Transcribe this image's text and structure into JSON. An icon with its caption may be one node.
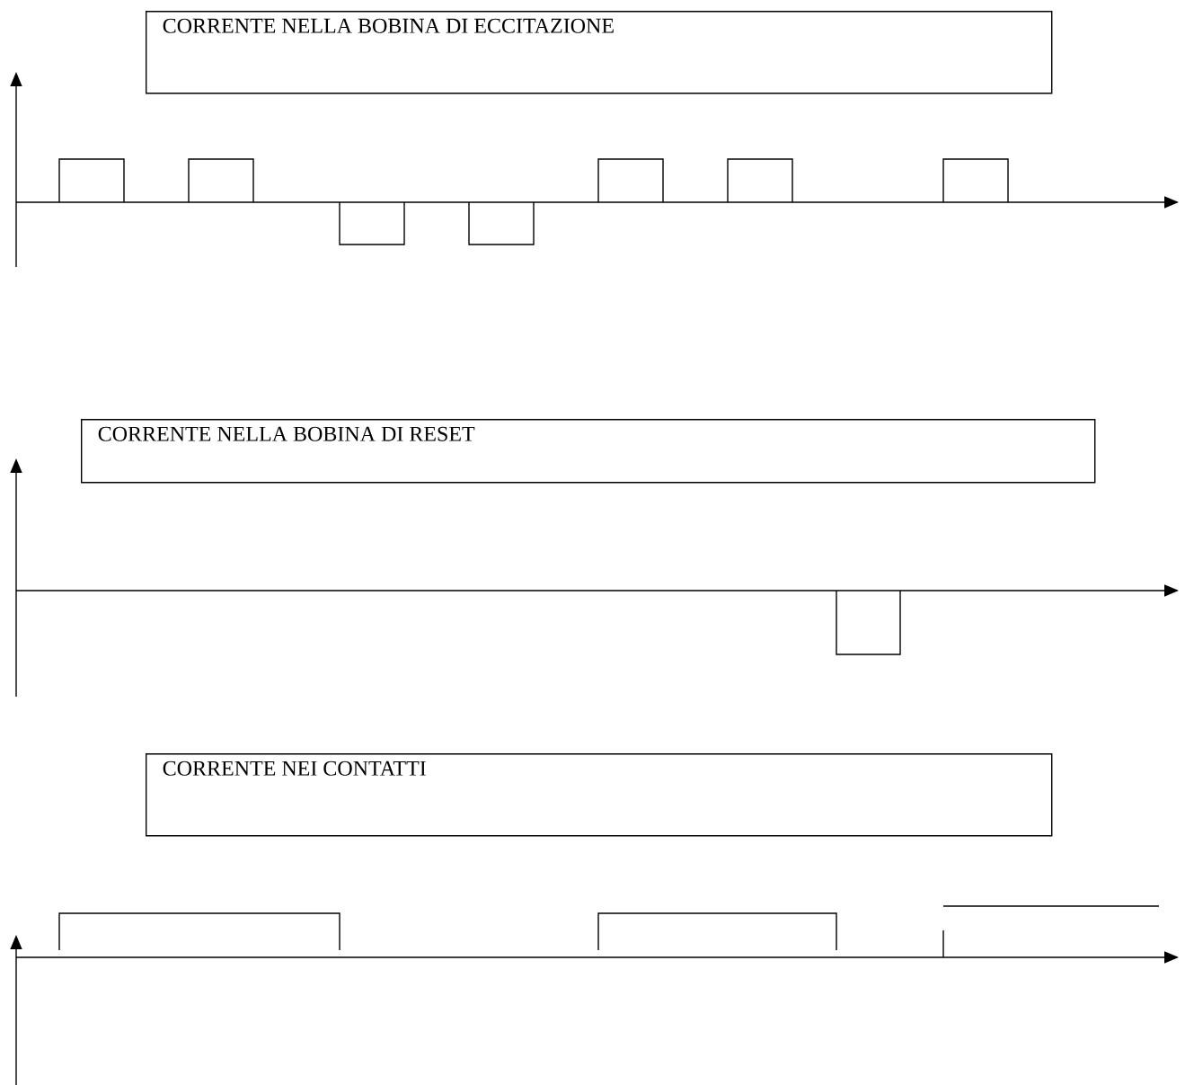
{
  "diagram": {
    "nodes": [
      {
        "text": [
          "CORRENTE NELLA BOBINA DI ECCITAZIONE"
        ]
      },
      {
        "text": [
          "CORRENTE NELLA BOBINA DI RESET"
        ]
      },
      {
        "text": [
          "CORRENTE NEI CONTATTI"
        ]
      }
    ]
  }
}
